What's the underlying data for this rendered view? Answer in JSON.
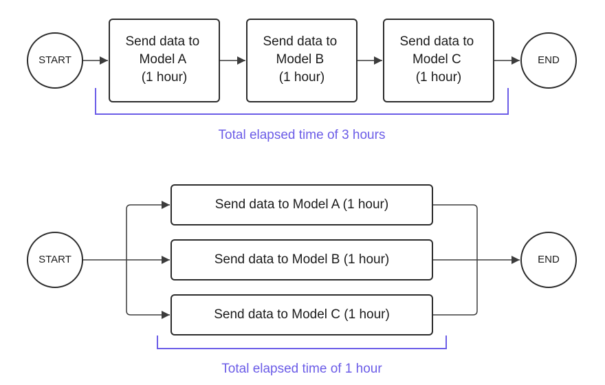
{
  "sequential": {
    "start_label": "START",
    "end_label": "END",
    "steps": [
      {
        "lines": [
          "Send data to",
          "Model A",
          "(1 hour)"
        ]
      },
      {
        "lines": [
          "Send data to",
          "Model B",
          "(1 hour)"
        ]
      },
      {
        "lines": [
          "Send data to",
          "Model C",
          "(1 hour)"
        ]
      }
    ],
    "total_label": "Total elapsed time of 3 hours"
  },
  "parallel": {
    "start_label": "START",
    "end_label": "END",
    "steps": [
      {
        "label": "Send data to Model A (1 hour)"
      },
      {
        "label": "Send data to Model B (1 hour)"
      },
      {
        "label": "Send data to Model C (1 hour)"
      }
    ],
    "total_label": "Total elapsed time of 1 hour"
  },
  "colors": {
    "stroke": "#2b2b2b",
    "connector": "#3c3c3c",
    "bracket": "#6b5ce7"
  }
}
